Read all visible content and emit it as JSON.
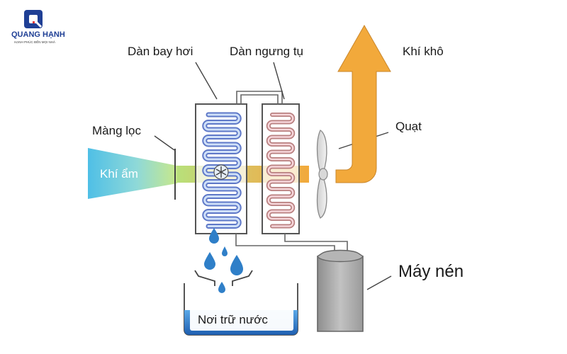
{
  "logo": {
    "name": "QUANG HẠNH",
    "tagline": "HẠNH PHÚC ĐẾN MỌI NHÀ",
    "color": "#1f3f95"
  },
  "labels": {
    "evaporator": "Dàn bay hơi",
    "condenser": "Dàn ngưng tụ",
    "dry_air": "Khí khô",
    "fan": "Quạt",
    "filter": "Màng lọc",
    "humid_air": "Khí ẩm",
    "compressor": "Máy nén",
    "water_tank": "Nơi trữ nước"
  },
  "icons": {
    "snowflake": "snowflake-icon",
    "water_drop": "water-drop-icon",
    "arrow_up": "arrow-up-icon",
    "fan": "fan-blade-icon"
  },
  "colors": {
    "humid_air": "#5fc8e0",
    "dry_air": "#f2a93b",
    "evaporator_coil": "#7fa7e0",
    "condenser_coil": "#e0a0a8",
    "water": "#2f7fc8",
    "compressor": "#a8a8a8",
    "outline": "#5a5a5a"
  }
}
